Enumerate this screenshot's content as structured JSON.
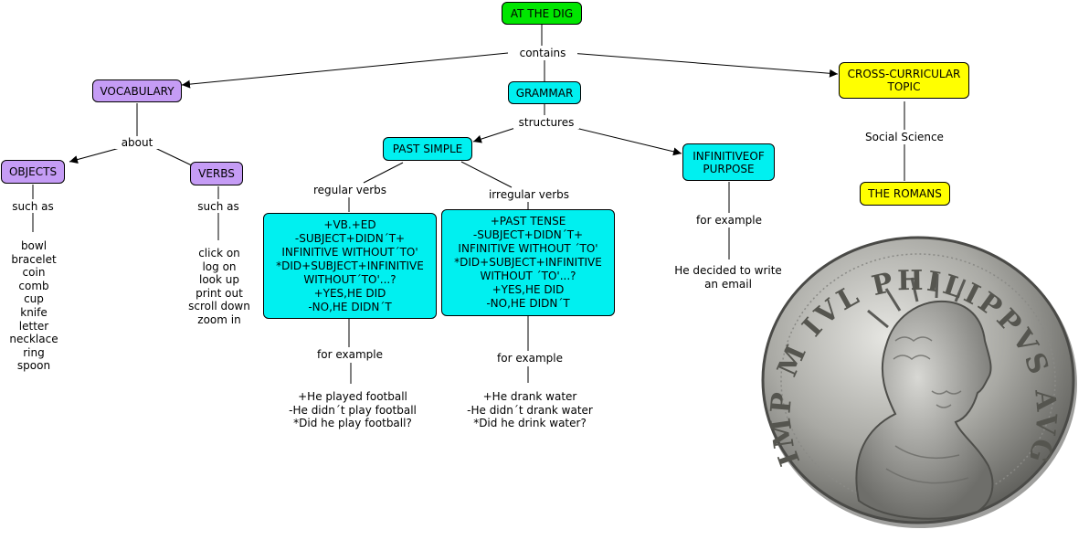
{
  "root": "AT THE DIG",
  "root_link": "contains",
  "vocabulary": {
    "title": "VOCABULARY",
    "link": "about",
    "objects": {
      "title": "OBJECTS",
      "link": "such as",
      "items": [
        "bowl",
        "bracelet",
        "coin",
        "comb",
        "cup",
        "knife",
        "letter",
        "necklace",
        "ring",
        "spoon"
      ]
    },
    "verbs": {
      "title": "VERBS",
      "link": "such as",
      "items": [
        "click on",
        "log on",
        "look up",
        "print out",
        "scroll down",
        "zoom in"
      ]
    }
  },
  "grammar": {
    "title": "GRAMMAR",
    "link": "structures",
    "past_simple": {
      "title": "PAST SIMPLE",
      "regular": {
        "link": "regular verbs",
        "rules": [
          "+VB.+ED",
          "-SUBJECT+DIDN´T+",
          "INFINITIVE WITHOUT´TO'",
          "*DID+SUBJECT+INFINITIVE",
          "WITHOUT´TO'...?",
          "+YES,HE DID",
          "-NO,HE DIDN´T"
        ],
        "example_link": "for example",
        "examples": [
          "+He played football",
          "-He didn´t play football",
          "*Did he play football?"
        ]
      },
      "irregular": {
        "link": "irregular verbs",
        "rules": [
          "+PAST TENSE",
          "-SUBJECT+DIDN´T+",
          "INFINITIVE WITHOUT ´TO'",
          "*DID+SUBJECT+INFINITIVE",
          "WITHOUT ´TO'...?",
          "+YES,HE DID",
          "-NO,HE DIDN´T"
        ],
        "example_link": "for example",
        "examples": [
          "+He drank water",
          "-He didn´t drank water",
          "*Did he drink water?"
        ]
      }
    },
    "infinitive": {
      "title_lines": [
        "INFINITIVEOF",
        "PURPOSE"
      ],
      "example_link": "for example",
      "example_lines": [
        "He decided to write",
        "an email"
      ]
    }
  },
  "cross": {
    "title_lines": [
      "CROSS-CURRICULAR",
      "TOPIC"
    ],
    "link": "Social Science",
    "topic": "THE ROMANS"
  },
  "coin": {
    "legend": "IMP M IVL PHILIPPVS AVG"
  },
  "colors": {
    "root": "#00e600",
    "vocabulary": "#c59cf5",
    "grammar": "#00f0f0",
    "cross": "#ffff00"
  }
}
